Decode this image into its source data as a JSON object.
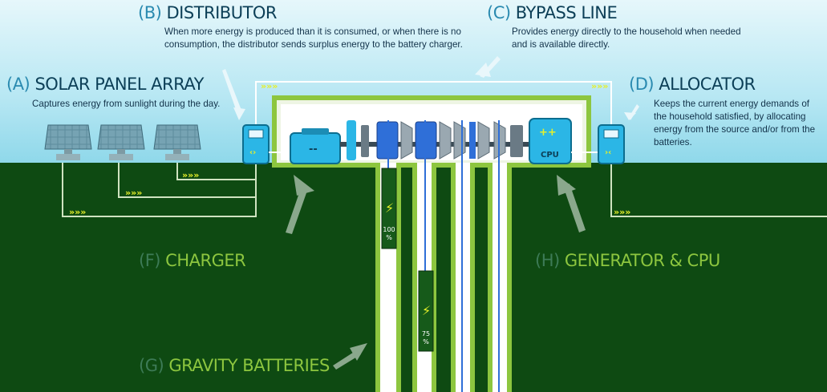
{
  "sections": {
    "solar": {
      "letter": "(A)",
      "title": "SOLAR PANEL ARRAY",
      "desc": "Captures energy from sunlight during the day."
    },
    "distributor": {
      "letter": "(B)",
      "title": "DISTRIBUTOR",
      "desc": "When more energy is produced than it is consumed, or when there is no consumption, the distributor sends surplus energy to the battery charger."
    },
    "bypass": {
      "letter": "(C)",
      "title": "BYPASS LINE",
      "desc": "Provides energy directly to the household when needed and is available directly."
    },
    "allocator": {
      "letter": "(D)",
      "title": "ALLOCATOR",
      "desc": "Keeps the current energy demands of the household satisfied, by allocating energy from the source and/or from the batteries."
    },
    "charger": {
      "letter": "(F)",
      "title": "CHARGER"
    },
    "batteries": {
      "letter": "(G)",
      "title": "GRAVITY BATTERIES"
    },
    "generator": {
      "letter": "(H)",
      "title": "GENERATOR & CPU"
    }
  },
  "battery_levels": {
    "battery_1": "100 %",
    "battery_2": "75 %"
  },
  "battery_fill": {
    "battery_1": 1.0,
    "battery_2": 0.75
  },
  "device_labels": {
    "charger_glyph": "--",
    "generator_glyph": "++",
    "cpu": "CPU"
  },
  "icons": [
    "solar-panel-icon",
    "distributor-icon",
    "allocator-icon",
    "charger-icon",
    "generator-icon",
    "lightning-icon",
    "flow-chevron-icon",
    "pointer-arrow-icon"
  ],
  "colors": {
    "sky": "#b7e7f3",
    "ground": "#0e4a12",
    "accent_green": "#8dc63f",
    "device_blue": "#2bb6e6",
    "title_dark": "#0c3f57",
    "flow_yellow": "#e6f02a"
  }
}
